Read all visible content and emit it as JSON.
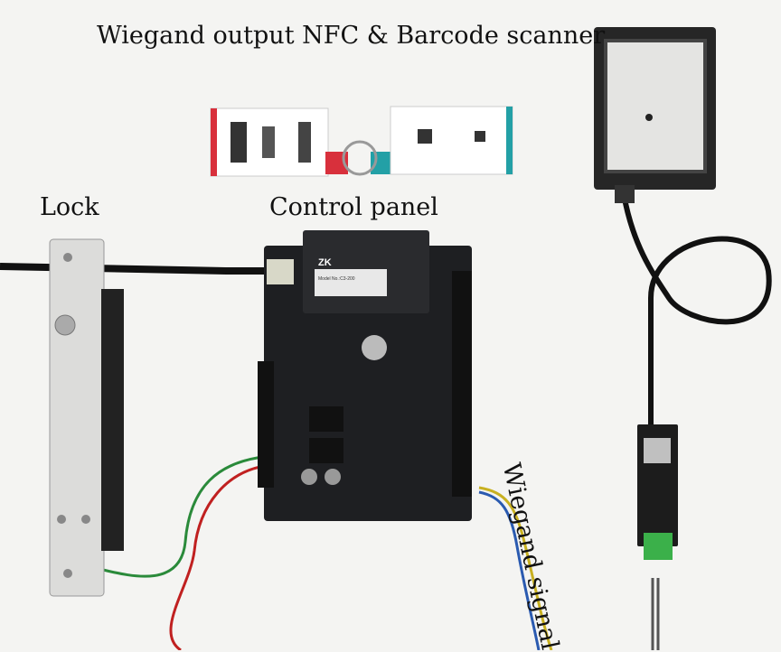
{
  "labels": {
    "title": "Wiegand output NFC & Barcode scanner",
    "lock": "Lock",
    "control_panel": "Control panel",
    "wiegand_signal": "Wiegand signal"
  },
  "panel": {
    "brand": "ZK",
    "model_line": "Model No.:C3-200"
  },
  "colors": {
    "background": "#f4f4f2",
    "panel": "#1e1f22",
    "scanner": "#262626",
    "tag_red": "#d8303c",
    "tag_teal": "#23a0a6"
  }
}
